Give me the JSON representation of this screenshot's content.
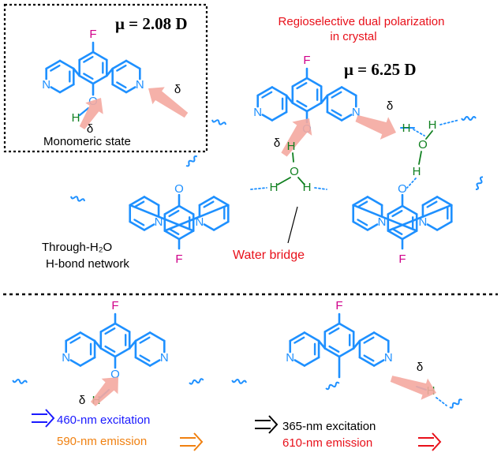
{
  "colors": {
    "bond": "#1e90ff",
    "fluorine": "#d0008a",
    "oxygen": "#1e90ff",
    "hydrogen": "#108020",
    "red_text": "#e8101a",
    "arrow_fill": "#f4a9a0",
    "blue_text": "#1a1aff",
    "orange_text": "#f08010"
  },
  "monomer": {
    "dipole": "μ = 2.08 D",
    "caption": "Monomeric state"
  },
  "crystal": {
    "title_line1": "Regioselective dual polarization",
    "title_line2": "in crystal",
    "dipole": "μ = 6.25 D"
  },
  "network": {
    "label_line1": "Through-H₂O",
    "label_line2": "H-bond network",
    "water_bridge": "Water bridge"
  },
  "atoms": {
    "F": "F",
    "N": "N",
    "O": "O",
    "H": "H",
    "delta": "δ"
  },
  "legend": {
    "left_excitation": "460-nm excitation",
    "left_emission": "590-nm emission",
    "right_excitation": "365-nm excitation",
    "right_emission": "610-nm emission"
  }
}
